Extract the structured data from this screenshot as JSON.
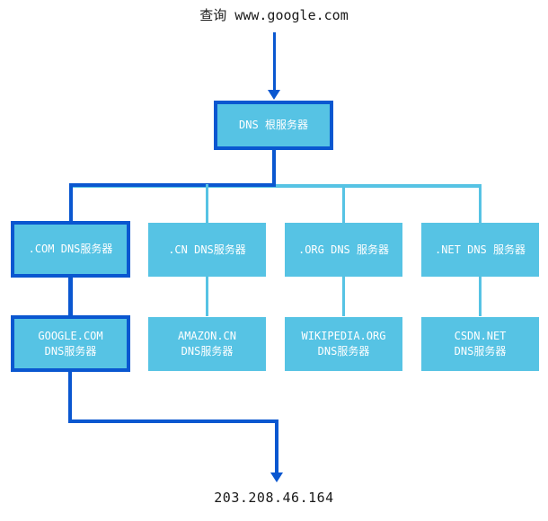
{
  "diagram": {
    "title_query": "查询 www.google.com",
    "result_ip": "203.208.46.164",
    "colors": {
      "node_fill": "#56c3e4",
      "active_path": "#0a57d0",
      "inactive_path": "#56c3e4",
      "node_text": "#ffffff",
      "label_text": "#1a1a1a",
      "background": "#ffffff"
    },
    "root": {
      "label": "DNS 根服务器",
      "highlighted": true
    },
    "tld_row": [
      {
        "label": ".COM DNS服务器",
        "highlighted": true
      },
      {
        "label": ".CN DNS服务器",
        "highlighted": false
      },
      {
        "label": ".ORG DNS 服务器",
        "highlighted": false
      },
      {
        "label": ".NET DNS 服务器",
        "highlighted": false
      }
    ],
    "authoritative_row": [
      {
        "line1": "GOOGLE.COM",
        "line2": "DNS服务器",
        "highlighted": true
      },
      {
        "line1": "AMAZON.CN",
        "line2": "DNS服务器",
        "highlighted": false
      },
      {
        "line1": "WIKIPEDIA.ORG",
        "line2": "DNS服务器",
        "highlighted": false
      },
      {
        "line1": "CSDN.NET",
        "line2": "DNS服务器",
        "highlighted": false
      }
    ]
  }
}
